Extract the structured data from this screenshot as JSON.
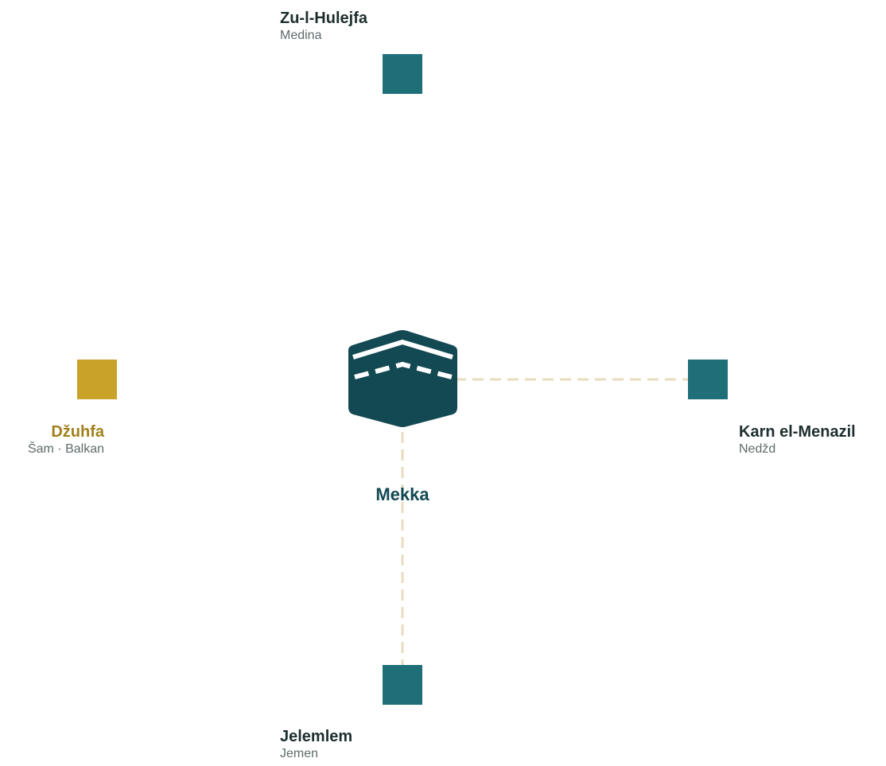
{
  "colors": {
    "primary": "#1e6f78",
    "highlight": "#c9a22a",
    "kaaba": "#134953",
    "route": "#eadcc0",
    "text_dark": "#1e2e2e",
    "text_muted": "#5f6b6b"
  },
  "center": {
    "name": "Mekka",
    "icon": "kaaba-icon"
  },
  "miqats": [
    {
      "id": "zul-hulejfa",
      "name": "Zu-l-Hulejfa",
      "region": "Medina",
      "highlighted": false
    },
    {
      "id": "dzuhfa",
      "name": "Džuhfa",
      "region": "Šam · Balkan",
      "highlighted": true
    },
    {
      "id": "karn-el-menazil",
      "name": "Karn el-Menazil",
      "region": "Nedžd",
      "highlighted": false
    },
    {
      "id": "jelemlem",
      "name": "Jelemlem",
      "region": "Jemen",
      "highlighted": false
    }
  ]
}
